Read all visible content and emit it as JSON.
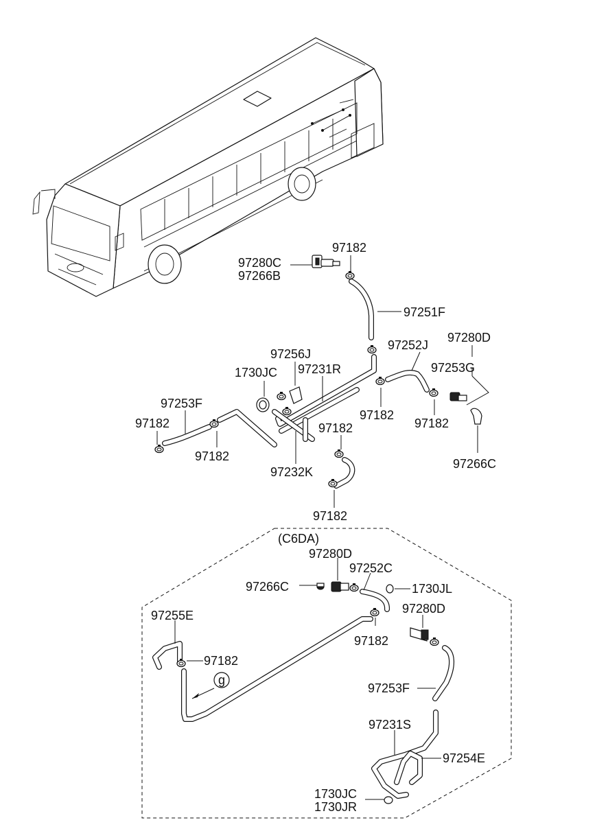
{
  "labels": {
    "p97280C": "97280C",
    "p97266B": "97266B",
    "p97182_a": "97182",
    "p97251F": "97251F",
    "p97280D_top": "97280D",
    "p97252J": "97252J",
    "p97253G": "97253G",
    "p97256J": "97256J",
    "p1730JC_top": "1730JC",
    "p97231R": "97231R",
    "p97253F_top": "97253F",
    "p97182_b": "97182",
    "p97182_c": "97182",
    "p97182_d": "97182",
    "p97182_e": "97182",
    "p97182_f": "97182",
    "p97232K": "97232K",
    "p97266C_top": "97266C",
    "p97182_g": "97182",
    "variant": "(C6DA)",
    "p97280D_mid": "97280D",
    "p97252C": "97252C",
    "p97266C_bot": "97266C",
    "p1730JL": "1730JL",
    "p97280D_bot": "97280D",
    "p97255E": "97255E",
    "p97182_h": "97182",
    "p97182_i": "97182",
    "g_marker": "g",
    "p97253F_bot": "97253F",
    "p97231S": "97231S",
    "p97254E": "97254E",
    "p1730JC_bot": "1730JC",
    "p1730JR": "1730JR"
  }
}
